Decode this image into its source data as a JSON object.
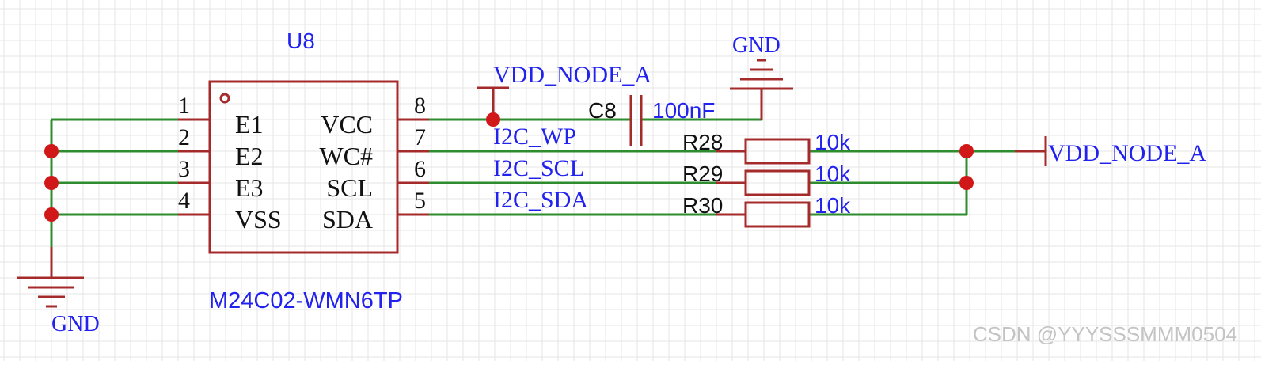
{
  "colors": {
    "wire": "#2e8b2e",
    "body": "#a52a2a",
    "text_blue": "#2222ee",
    "text_black": "#111111",
    "junction": "#d01818",
    "grid": "#e6e6e6",
    "watermark": "#c4c4c4"
  },
  "chip": {
    "designator": "U8",
    "part_number": "M24C02-WMN6TP",
    "left_pins": [
      {
        "number": "1",
        "name": "E1"
      },
      {
        "number": "2",
        "name": "E2"
      },
      {
        "number": "3",
        "name": "E3"
      },
      {
        "number": "4",
        "name": "VSS"
      }
    ],
    "right_pins": [
      {
        "number": "8",
        "name": "VCC"
      },
      {
        "number": "7",
        "name": "WC#"
      },
      {
        "number": "6",
        "name": "SCL"
      },
      {
        "number": "5",
        "name": "SDA"
      }
    ]
  },
  "capacitor": {
    "designator": "C8",
    "value": "100nF"
  },
  "resistors": [
    {
      "designator": "R28",
      "value": "10k"
    },
    {
      "designator": "R29",
      "value": "10k"
    },
    {
      "designator": "R30",
      "value": "10k"
    }
  ],
  "nets": {
    "vdd_top": "VDD_NODE_A",
    "vdd_right": "VDD_NODE_A",
    "gnd_top": "GND",
    "gnd_left": "GND",
    "wp": "I2C_WP",
    "scl": "I2C_SCL",
    "sda": "I2C_SDA"
  },
  "watermark": "CSDN @YYYSSSMMM0504"
}
